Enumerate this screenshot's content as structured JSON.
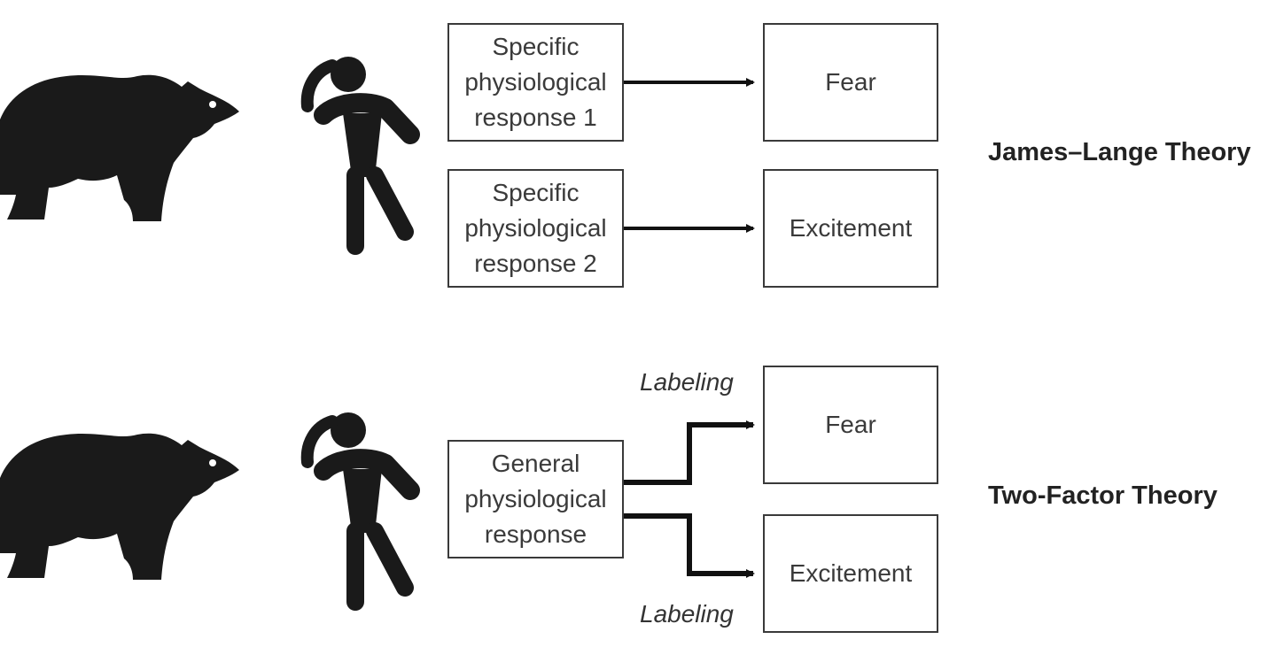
{
  "james_lange": {
    "theory_label": "James–Lange Theory",
    "response_1": [
      "Specific",
      "physiological",
      "response 1"
    ],
    "response_2": [
      "Specific",
      "physiological",
      "response 2"
    ],
    "emotion_1": "Fear",
    "emotion_2": "Excitement"
  },
  "two_factor": {
    "theory_label": "Two-Factor Theory",
    "response": [
      "General",
      "physiological",
      "response"
    ],
    "label_top": "Labeling",
    "label_bottom": "Labeling",
    "emotion_1": "Fear",
    "emotion_2": "Excitement"
  },
  "colors": {
    "ink": "#1a1a1a",
    "box_border": "#3a3a3a"
  },
  "icons": [
    "bear-icon",
    "scared-person-icon"
  ]
}
